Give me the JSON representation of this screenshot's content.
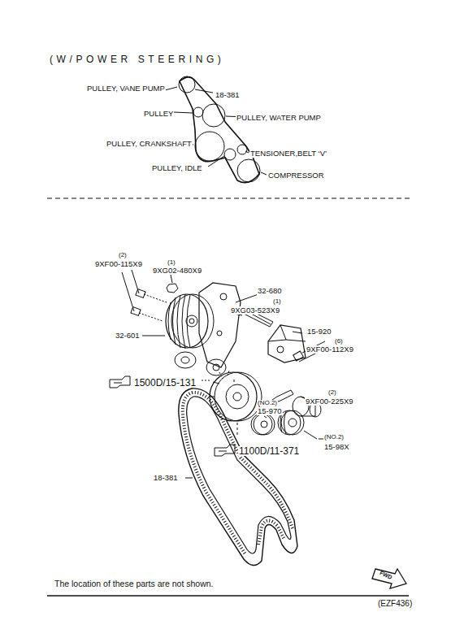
{
  "diagram": {
    "title": "(W/POWER STEERING)",
    "labels": [
      "PULLEY, VANE PUMP",
      "18-381",
      "PULLEY",
      "PULLEY, WATER PUMP",
      "PULLEY, CRANKSHAFT",
      "TENSIONER,BELT ‘V’",
      "PULLEY, IDLE",
      "COMPRESSOR",
      "(2)",
      "9XF00-115X9",
      "(1)",
      "9XG02-480X9",
      "32-680",
      "(1)",
      "9XG03-523X9",
      "15-920",
      "32-601",
      "(6)",
      "9XF00-112X9",
      "1500D/15-131",
      "(NO.2)",
      "15-970",
      "(2)",
      "9XF00-225X9",
      "(NO.2)",
      "15-98X",
      "1100D/11-371",
      "18-381",
      "The location of these parts are not shown.",
      "FWD",
      "(EZF436)"
    ]
  }
}
